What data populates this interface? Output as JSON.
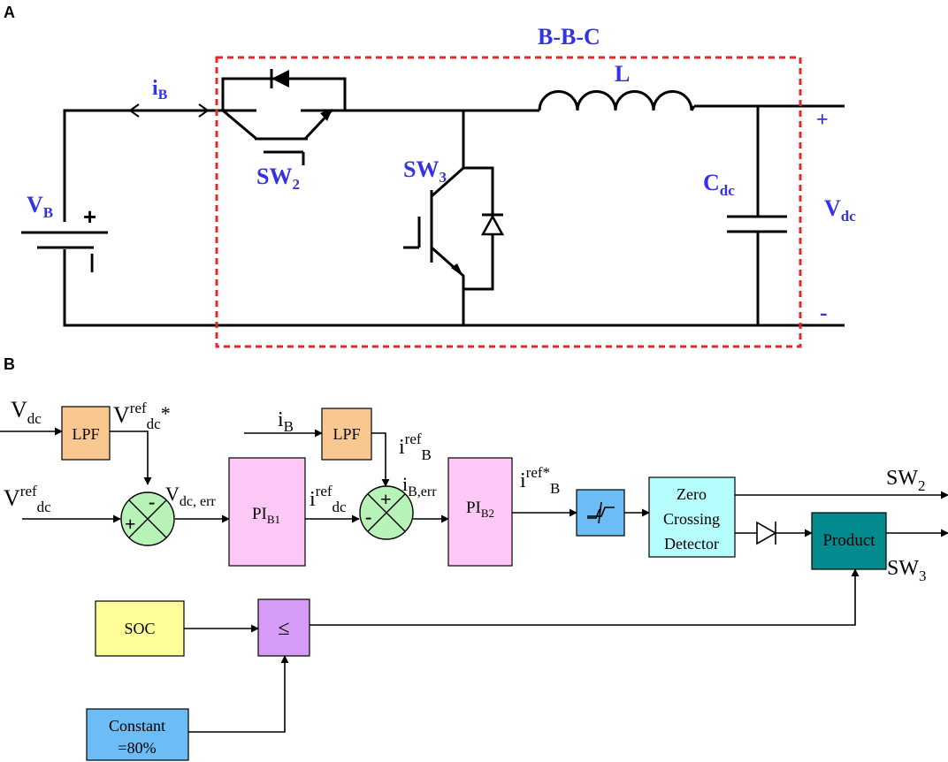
{
  "panels": {
    "a": "A",
    "b": "B"
  },
  "circuit": {
    "region_label": "B-B-C",
    "current_label": {
      "main": "i",
      "sub": "B"
    },
    "inductor_label": "L",
    "switch2_label": {
      "main": "SW",
      "sub": "2"
    },
    "switch3_label": {
      "main": "SW",
      "sub": "3"
    },
    "capacitor_label": {
      "main": "C",
      "sub": "dc"
    },
    "battery_label": {
      "main": "V",
      "sub": "B"
    },
    "battery_plus": "+",
    "battery_minus": "|",
    "output_label": {
      "main": "V",
      "sub": "dc"
    },
    "output_plus": "+",
    "output_minus": "-",
    "colors": {
      "labels": "#3232e6",
      "region_border": "#e8262a",
      "wires": "#000000"
    }
  },
  "control": {
    "vdc_input": {
      "main": "V",
      "sub": "dc"
    },
    "vref_input": {
      "main": "V",
      "sup": "ref",
      "sub": "dc"
    },
    "lpf1": "LPF",
    "lpf1_output": {
      "main": "V",
      "sup": "ref",
      "sub": "dc",
      "tail": "*"
    },
    "sum1_plus": "+",
    "sum1_minus": "-",
    "sum1_output": {
      "main": "V",
      "sub": "dc, err"
    },
    "pi1": {
      "main": "PI",
      "sub": "B1"
    },
    "pi1_output": {
      "main": "i",
      "sup": "ref",
      "sub": "dc"
    },
    "ib_input": {
      "main": "i",
      "sub": "B"
    },
    "lpf2": "LPF",
    "lpf2_output": {
      "main": "i",
      "sup": "ref",
      "sub": "B"
    },
    "sum2_plus": "+",
    "sum2_minus": "-",
    "sum2_output": {
      "main": "i",
      "sub": "B,err"
    },
    "pi2": {
      "main": "PI",
      "sub": "B2"
    },
    "pi2_output": {
      "main": "i",
      "sup": "ref*",
      "sub": "B"
    },
    "zcd": [
      "Zero",
      "Crossing",
      "Detector"
    ],
    "product": "Product",
    "sw2_output": {
      "main": "SW",
      "sub": "2"
    },
    "sw3_output": {
      "main": "SW",
      "sub": "3"
    },
    "soc": "SOC",
    "compare": "≤",
    "constant": [
      "Constant",
      "=80%"
    ],
    "colors": {
      "lpf": "#f9c890",
      "sum": "#b7f2b7",
      "pi": "#fec8f6",
      "hysteresis": "#6cbcf5",
      "zcd": "#b6fdfd",
      "product": "#028b8e",
      "soc": "#ffff9a",
      "compare": "#d79cf8",
      "constant": "#6cbcf5"
    }
  }
}
